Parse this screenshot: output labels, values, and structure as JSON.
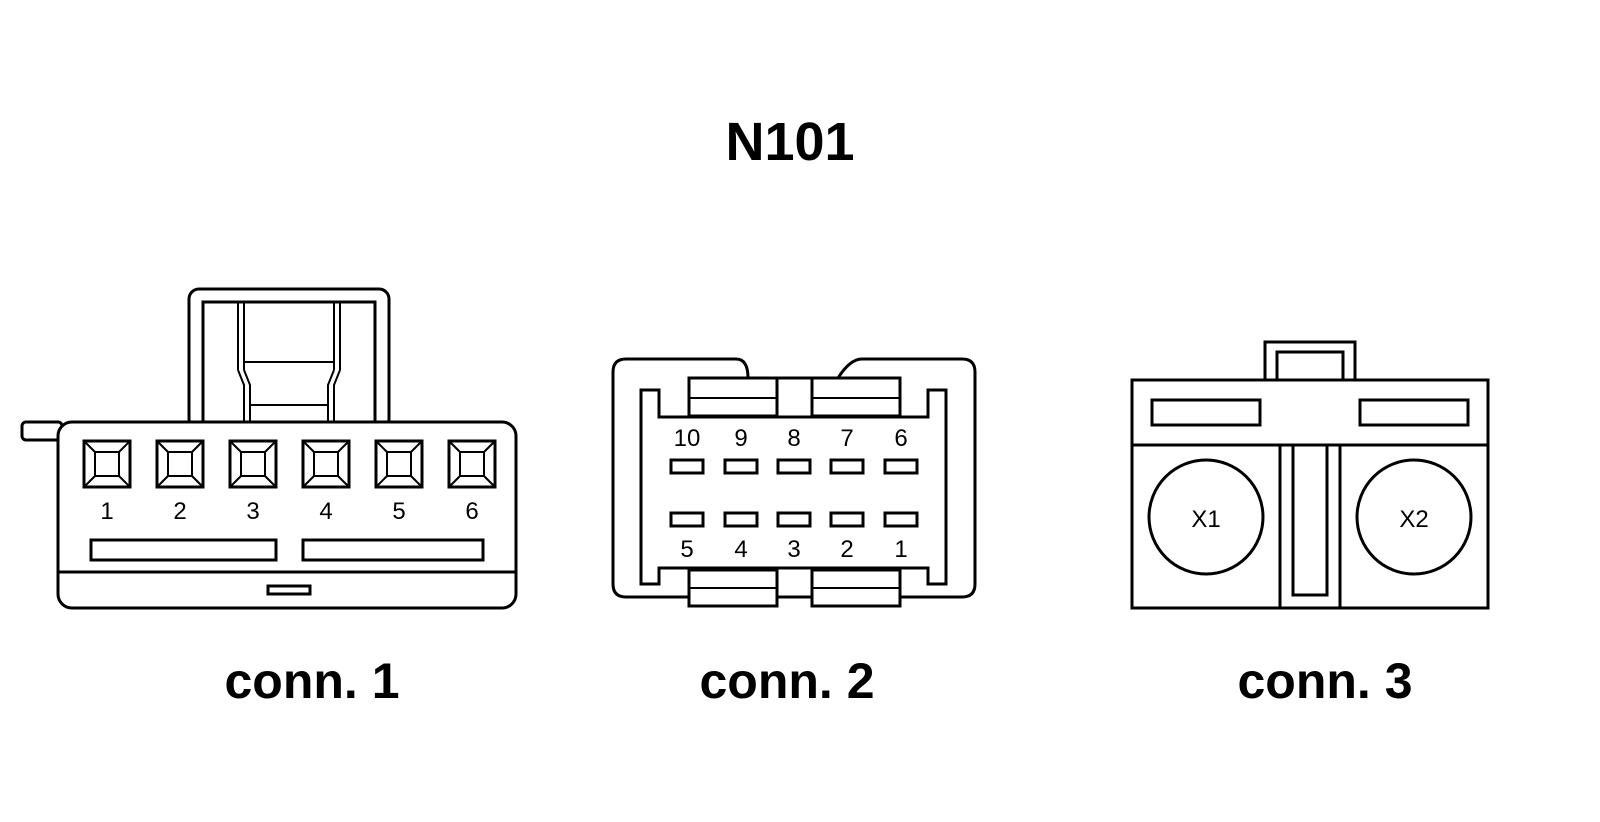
{
  "title": "N101",
  "connectors": [
    {
      "label": "conn. 1",
      "pins": [
        "1",
        "2",
        "3",
        "4",
        "5",
        "6"
      ]
    },
    {
      "label": "conn. 2",
      "top_pins": [
        "10",
        "9",
        "8",
        "7",
        "6"
      ],
      "bottom_pins": [
        "5",
        "4",
        "3",
        "2",
        "1"
      ]
    },
    {
      "label": "conn. 3",
      "terminals": [
        "X1",
        "X2"
      ]
    }
  ]
}
